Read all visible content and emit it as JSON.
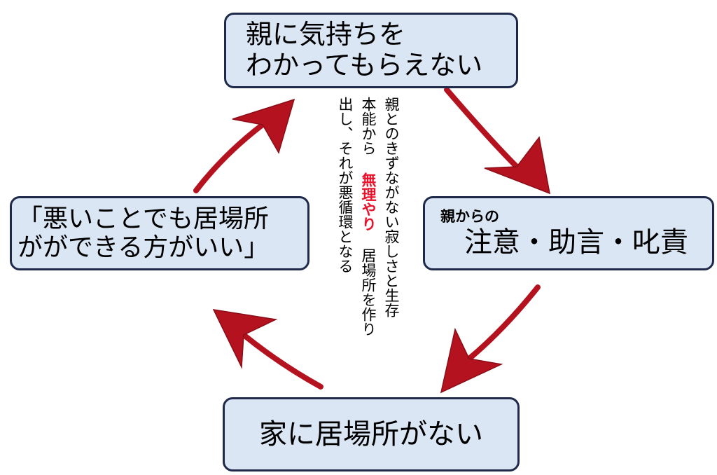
{
  "colors": {
    "box_fill": "#dbe6f4",
    "box_border": "#1f2a4a",
    "arrow_dark": "#9c0a1c",
    "arrow_light": "#d0192f",
    "emphasis_red": "#e8122b"
  },
  "nodes": {
    "top": {
      "line1": "親に気持ちを",
      "line2": "わかってもらえない"
    },
    "right": {
      "small_label": "親からの",
      "main_label": "注意・助言・叱責"
    },
    "bottom": {
      "label": "家に居場所がない"
    },
    "left": {
      "line1": "「悪いことでも居場所",
      "line2": "がができる方がいい」"
    }
  },
  "vertical_text": {
    "col1": "親とのきずながない寂しさと生存",
    "col2_a": "本能から",
    "col2_emphasis": "無理やり",
    "col2_b": "居場所を作り",
    "col3": "出し、それが悪循環となる"
  },
  "edges": [
    {
      "from": "top",
      "to": "right"
    },
    {
      "from": "right",
      "to": "bottom"
    },
    {
      "from": "bottom",
      "to": "left"
    },
    {
      "from": "left",
      "to": "top"
    }
  ]
}
